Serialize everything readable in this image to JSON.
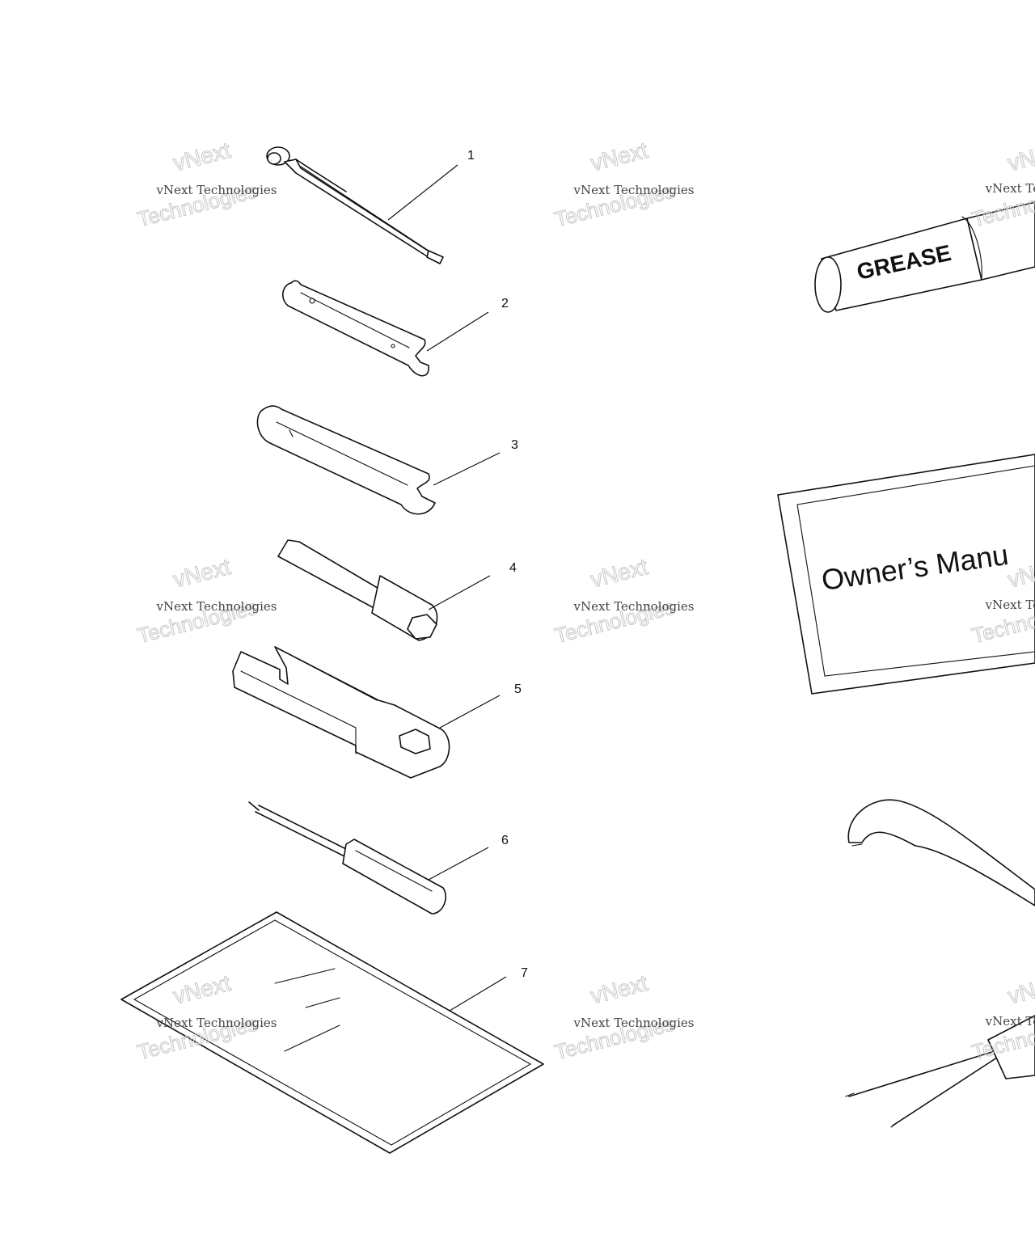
{
  "callouts": [
    "1",
    "2",
    "3",
    "4",
    "5",
    "6",
    "7"
  ],
  "labels": {
    "grease": "GREASE",
    "manual": "Owner’s Manu"
  },
  "watermark": {
    "line1": "vNext Technologies",
    "line2": "vNext",
    "line3": "Technologies"
  },
  "watermark_partial": {
    "line1": "vNext Te",
    "line2": "vNex",
    "line3": "Techno"
  }
}
